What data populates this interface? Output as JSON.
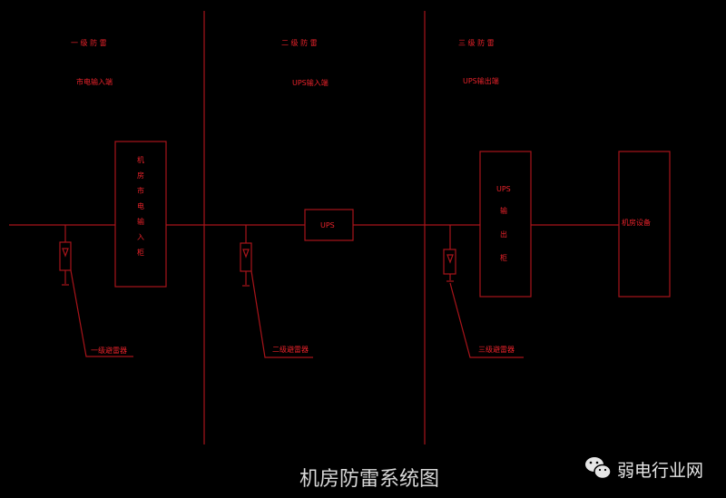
{
  "diagram_title": "机房防雷系统图",
  "watermark": "弱电行业网",
  "zones": [
    {
      "level": "一 级 防 雷",
      "point": "市电输入端",
      "arrester": "一级避雷器"
    },
    {
      "level": "二 级 防 雷",
      "point": "UPS输入端",
      "arrester": "二级避雷器"
    },
    {
      "level": "三 级 防 雷",
      "point": "UPS输出端",
      "arrester": "三级避雷器"
    }
  ],
  "boxes": {
    "mains_cabinet": "机房市电输入柜",
    "ups": "UPS",
    "ups_output_cabinet_top": "UPS",
    "ups_output_cabinet": "输出柜",
    "load": "机房设备"
  },
  "colors": {
    "line": "#a8141a",
    "text": "#e8222a",
    "background": "#000000"
  }
}
